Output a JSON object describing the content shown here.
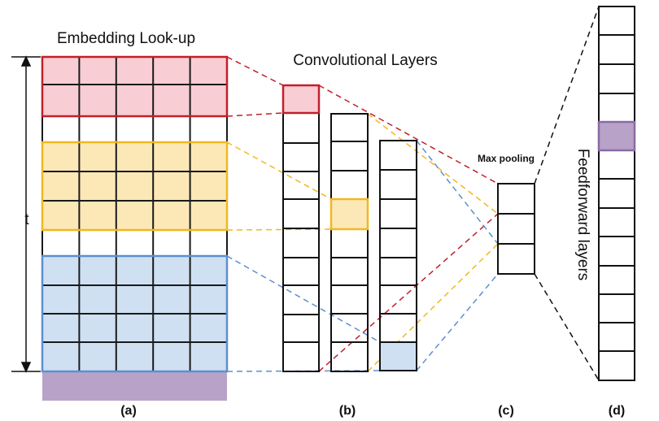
{
  "titles": {
    "embedding": "Embedding Look-up",
    "conv": "Convolutional Layers",
    "maxpool": "Max pooling",
    "feedforward": "Feedforward layers",
    "t": "t"
  },
  "panels": {
    "a": "(a)",
    "b": "(b)",
    "c": "(c)",
    "d": "(d)"
  },
  "colors": {
    "red_fill": "#f8cdd3",
    "red_line": "#c0202a",
    "yellow_fill": "#fbe8b6",
    "yellow_line": "#f0b820",
    "blue_fill": "#cfe0f2",
    "blue_line": "#5b8fd0",
    "purple_fill": "#b9a2c8",
    "purple_line": "#8a6aa6",
    "grid": "#1a1a1a"
  }
}
